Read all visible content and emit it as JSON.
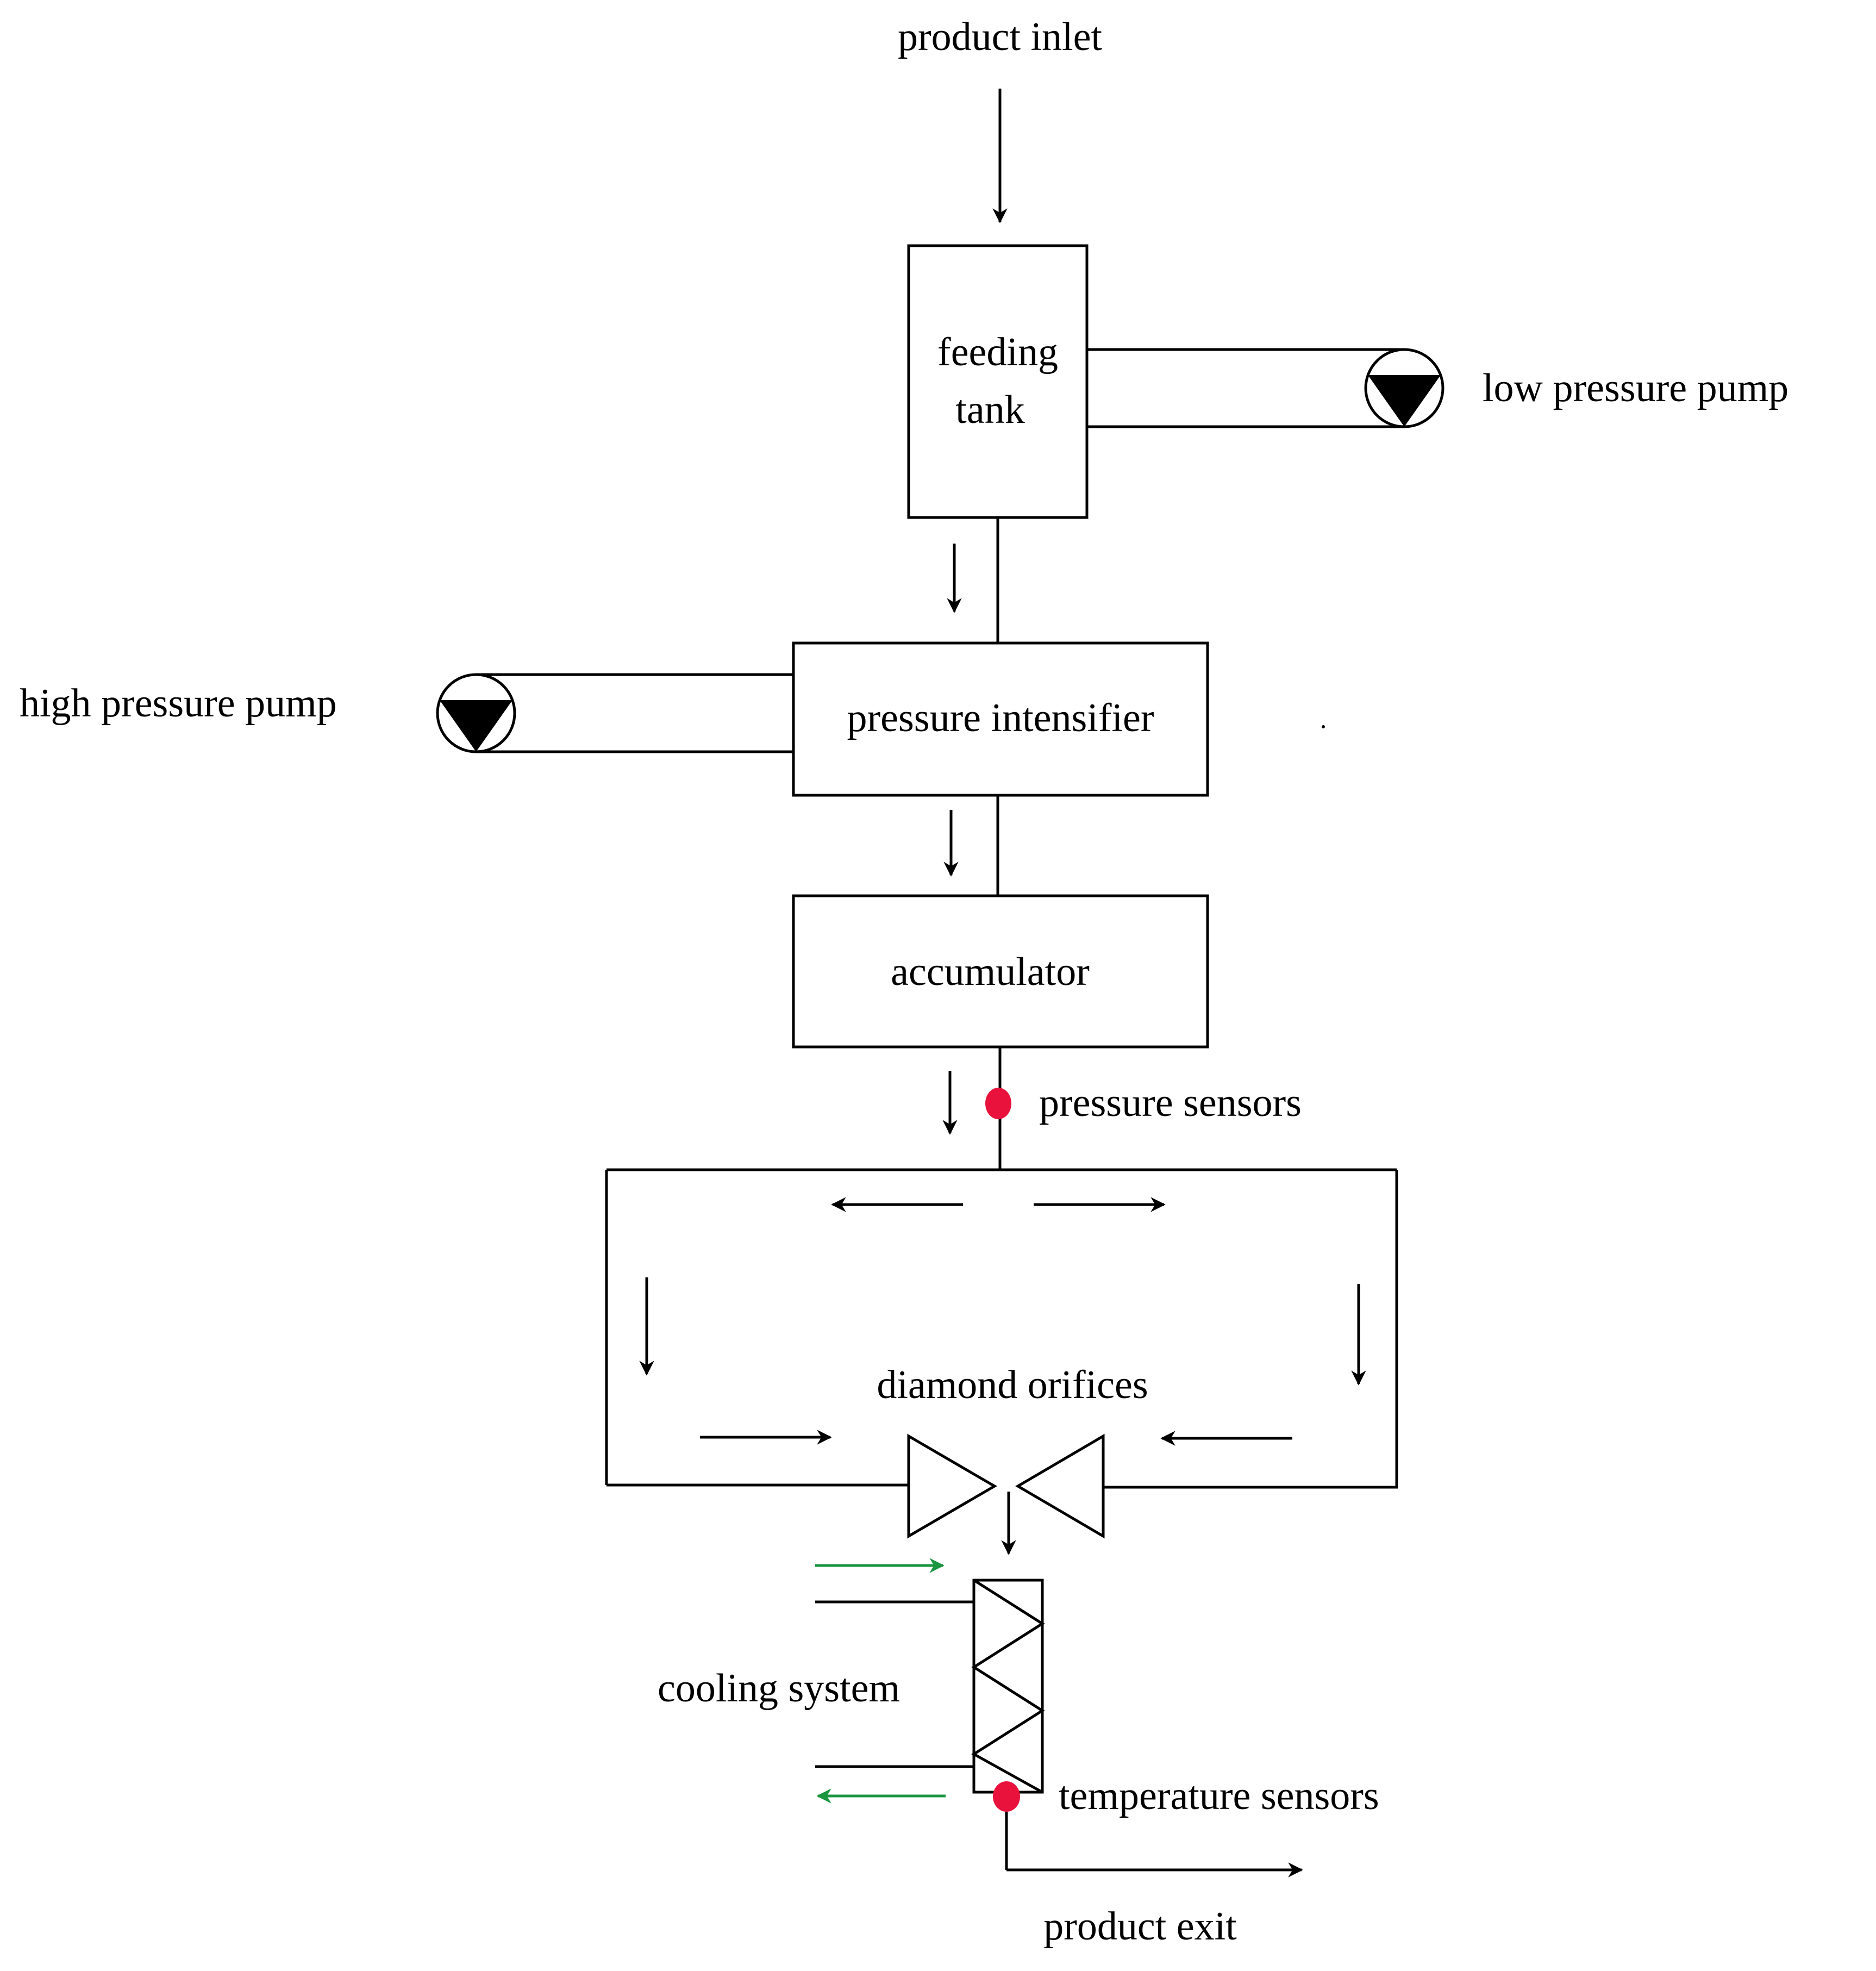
{
  "labels": {
    "product_inlet": "product inlet",
    "feeding_tank_line1": "feeding",
    "feeding_tank_line2": "tank",
    "low_pressure_pump": "low pressure pump",
    "high_pressure_pump": "high pressure pump",
    "pressure_intensifier": "pressure intensifier",
    "accumulator": "accumulator",
    "pressure_sensors": "pressure sensors",
    "diamond_orifices": "diamond orifices",
    "cooling_system": "cooling system",
    "temperature_sensors": "temperature sensors",
    "product_exit": "product exit"
  },
  "colors": {
    "line": "#000000",
    "sensor": "#e8123c",
    "coolant_arrow": "#1a9641"
  },
  "icons": {
    "pump": "pump-icon",
    "sensor": "sensor-dot-icon",
    "orifice": "orifice-valve-icon",
    "heat_exchanger": "heat-exchanger-icon"
  }
}
